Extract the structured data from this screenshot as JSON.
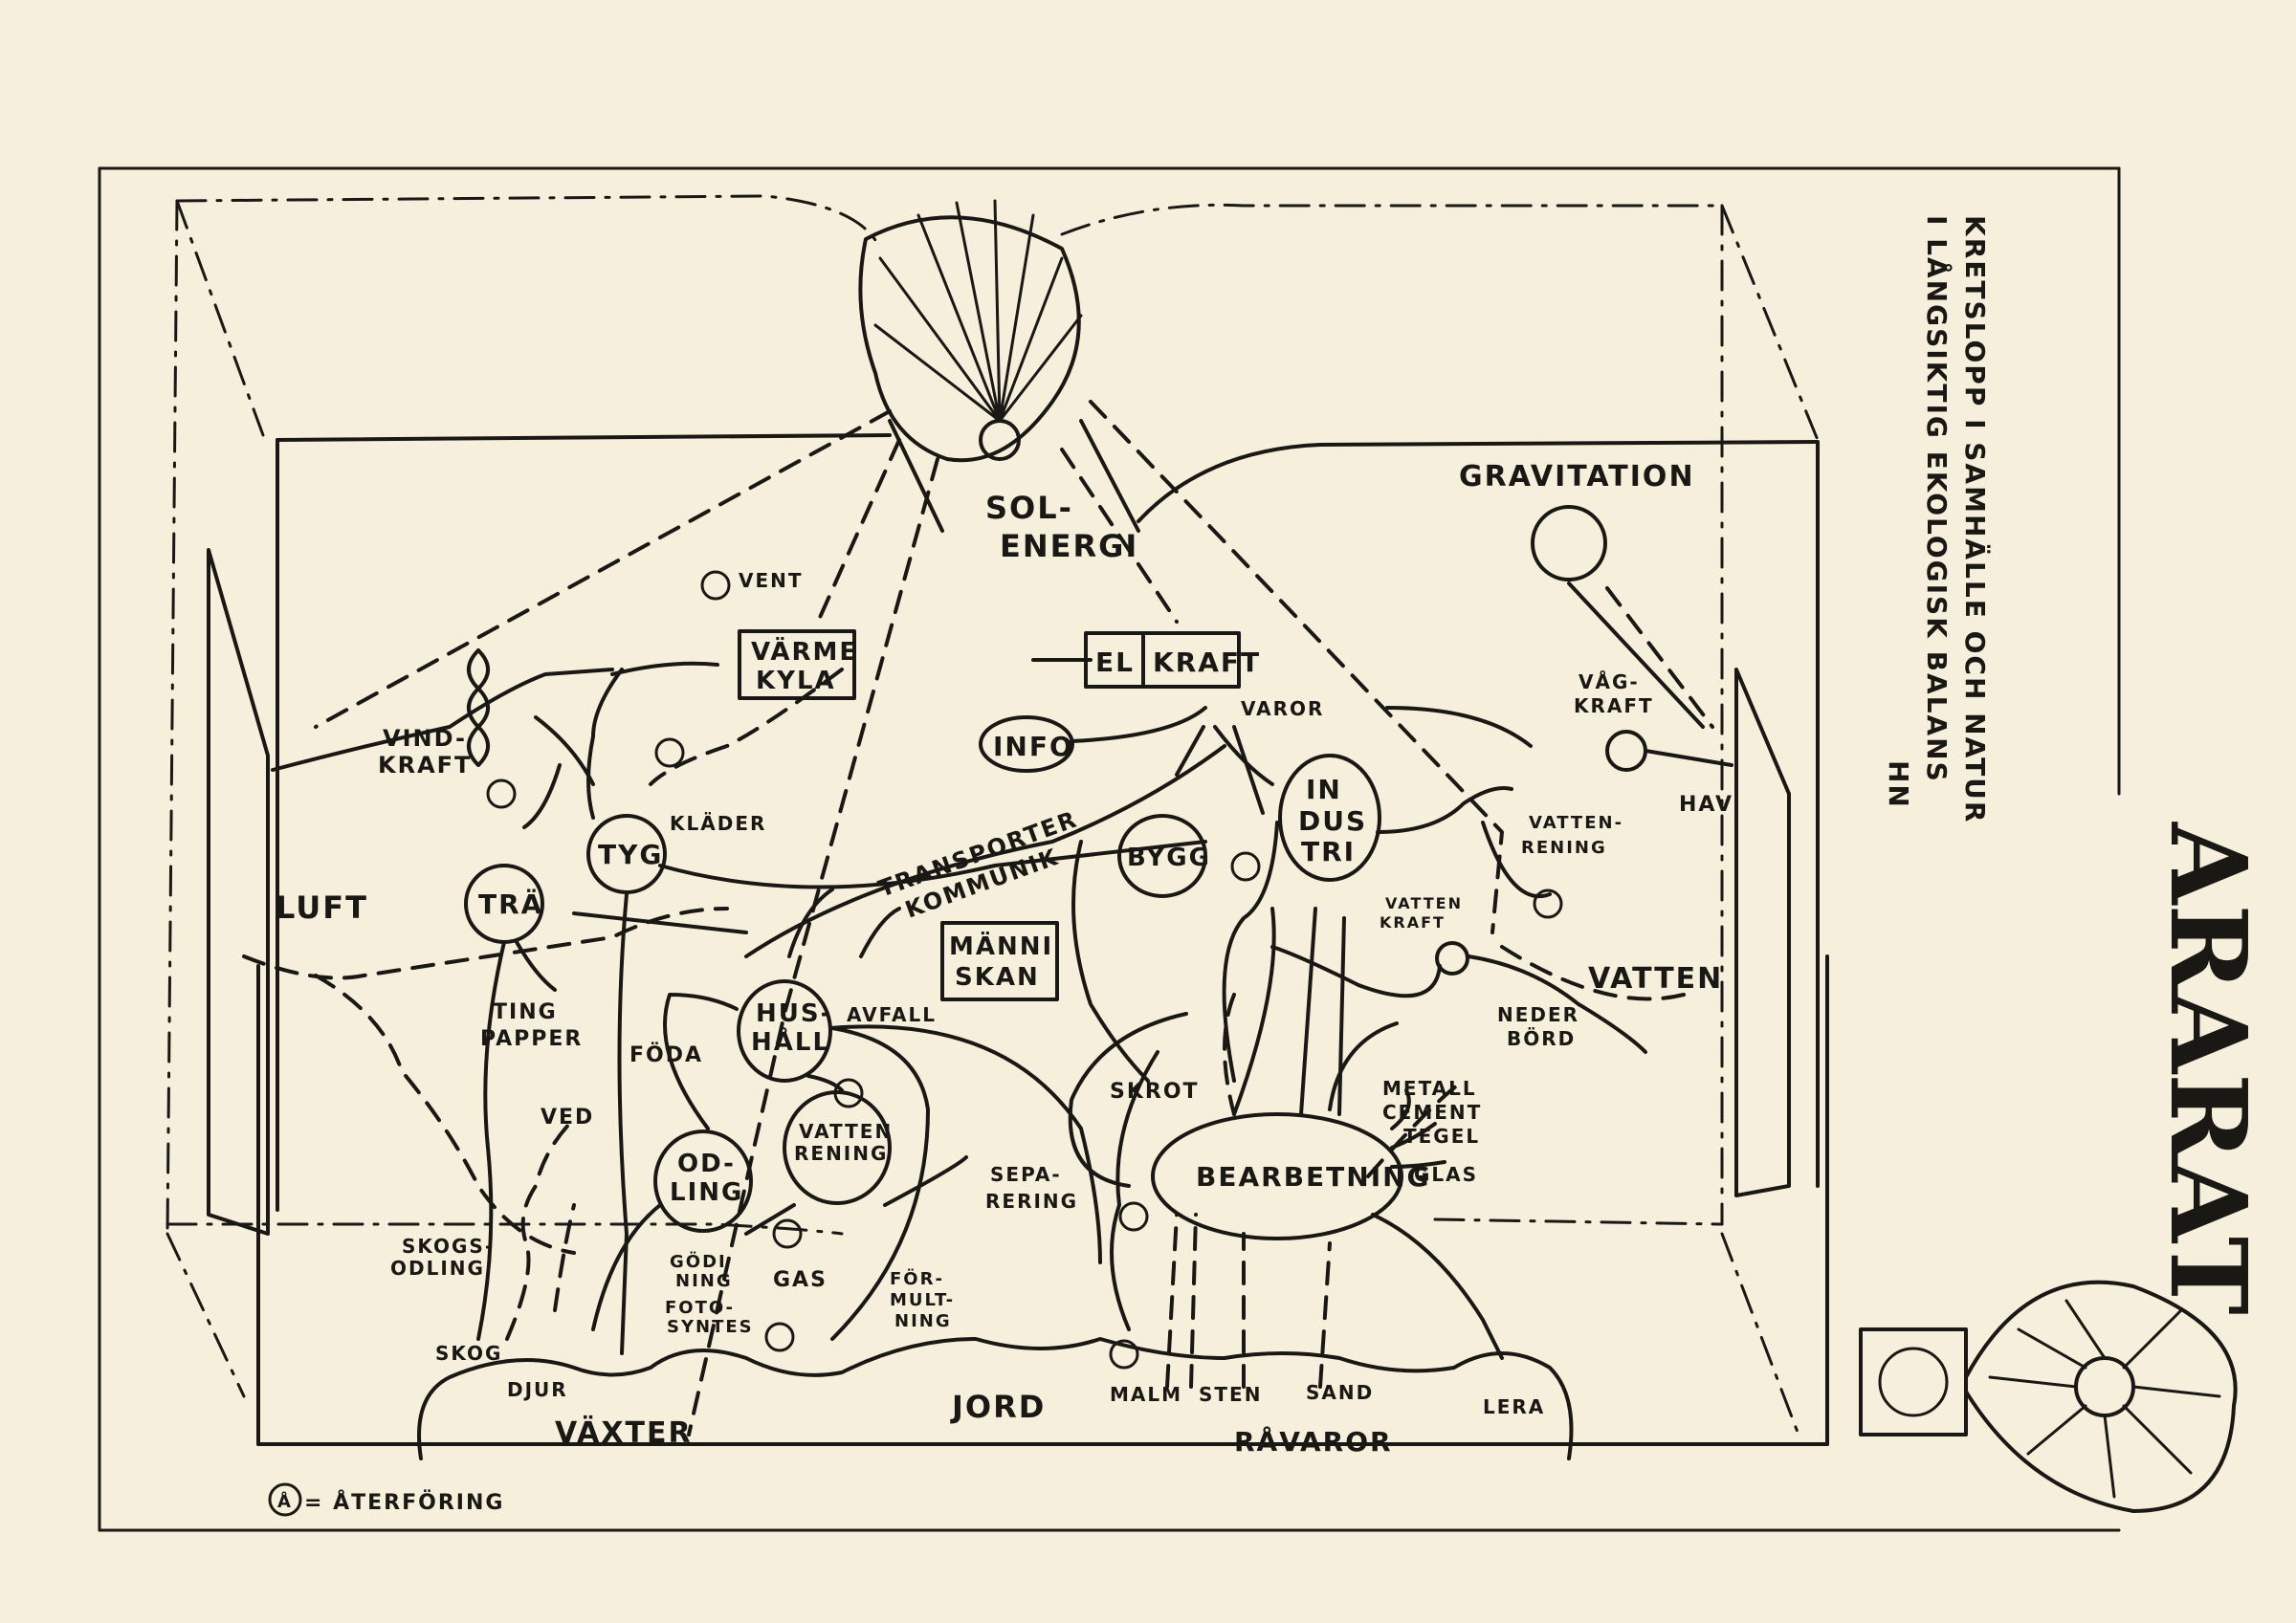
{
  "title_lines": [
    "KRETSLOPP I SAMHÄLLE OCH NATUR",
    "I LÅNGSIKTIG EKOLOGISK BALANS",
    "HN"
  ],
  "brand": "ARARAT",
  "legend": {
    "symbol": "Å",
    "text": "= ÅTERFÖRING"
  },
  "sources": {
    "sun_line1": "SOL-",
    "sun_line2": "ENERGI",
    "gravitation": "GRAVITATION"
  },
  "boxes": {
    "varme_line1": "VÄRME",
    "varme_line2": "KYLA",
    "el": "EL",
    "kraft": "KRAFT",
    "manniskan_line1": "MÄNNI",
    "manniskan_line2": "SKAN"
  },
  "nodes": {
    "info": "INFO",
    "industri_1": "IN",
    "industri_2": "DUS",
    "industri_3": "TRI",
    "bygg": "BYGG",
    "tyg": "TYG",
    "tra": "TRÄ",
    "hushall_1": "HUS-",
    "hushall_2": "HÅLL",
    "vattenrening_1": "VATTEN",
    "vattenrening_2": "RENING",
    "odling_1": "OD-",
    "odling_2": "LING",
    "bearbetning": "BEARBETNING"
  },
  "labels": {
    "vent": "VENT",
    "vindkraft_1": "VIND-",
    "vindkraft_2": "KRAFT",
    "kladar": "KLÄDER",
    "luft": "LUFT",
    "transporter": "TRANSPORTER",
    "kommunik": "KOMMUNIK",
    "varor": "VAROR",
    "ting": "TING",
    "papper": "PAPPER",
    "foda": "FÖDA",
    "avfall": "AVFALL",
    "ved": "VED",
    "skrot": "SKROT",
    "metall": "METALL",
    "cement": "CEMENT",
    "tegel": "TEGEL",
    "glas": "GLAS",
    "sepa_1": "SEPA-",
    "sepa_2": "RERING",
    "skogs_1": "SKOGS-",
    "skogs_2": "ODLING",
    "godning_1": "GÖDI",
    "godning_2": "NING",
    "foto_1": "FOTO-",
    "foto_2": "SYNTES",
    "gas": "GAS",
    "formult_1": "FÖR-",
    "formult_2": "MULT-",
    "formult_3": "NING",
    "skog": "SKOG",
    "djur": "DJUR",
    "vagkraft_1": "VÅG-",
    "vagkraft_2": "KRAFT",
    "hav": "HAV",
    "vattenrening_r_1": "VATTEN-",
    "vattenrening_r_2": "RENING",
    "vattenkraft_1": "VATTEN",
    "vattenkraft_2": "KRAFT",
    "vatten": "VATTEN",
    "nederbord_1": "NEDER",
    "nederbord_2": "BÖRD"
  },
  "ground": {
    "vaxter": "VÄXTER",
    "jord": "JORD",
    "ravaror": "RÅVAROR",
    "malm": "MALM",
    "sten": "STEN",
    "sand": "SAND",
    "lera": "LERA"
  },
  "colors": {
    "paper": "#f6efdc",
    "ink": "#1a1814"
  }
}
